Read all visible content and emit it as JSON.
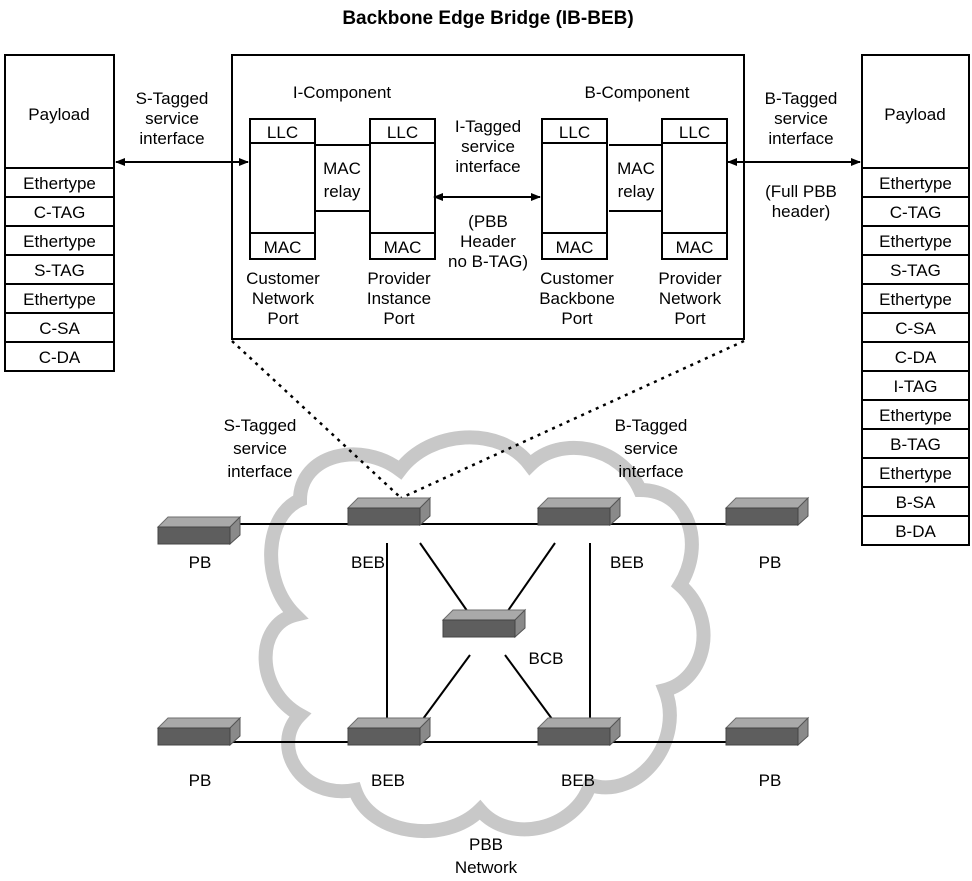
{
  "title": "Backbone Edge Bridge (IB-BEB)",
  "left_stack": {
    "payload": "Payload",
    "fields": [
      "Ethertype",
      "C-TAG",
      "Ethertype",
      "S-TAG",
      "Ethertype",
      "C-SA",
      "C-DA"
    ]
  },
  "right_stack": {
    "payload": "Payload",
    "fields": [
      "Ethertype",
      "C-TAG",
      "Ethertype",
      "S-TAG",
      "Ethertype",
      "C-SA",
      "C-DA",
      "I-TAG",
      "Ethertype",
      "B-TAG",
      "Ethertype",
      "B-SA",
      "B-DA"
    ]
  },
  "left_interface": [
    "S-Tagged",
    "service",
    "interface"
  ],
  "right_interface": [
    "B-Tagged",
    "service",
    "interface"
  ],
  "right_interface_note": [
    "(Full PBB",
    "header)"
  ],
  "beb": {
    "i_component": "I-Component",
    "b_component": "B-Component",
    "llc": "LLC",
    "mac": "MAC",
    "mac_relay": [
      "MAC",
      "relay"
    ],
    "middle_interface": [
      "I-Tagged",
      "service",
      "interface"
    ],
    "middle_note": [
      "(PBB",
      "Header",
      "no B-TAG)"
    ],
    "ports": [
      [
        "Customer",
        "Network",
        "Port"
      ],
      [
        "Provider",
        "Instance",
        "Port"
      ],
      [
        "Customer",
        "Backbone",
        "Port"
      ],
      [
        "Provider",
        "Network",
        "Port"
      ]
    ]
  },
  "network": {
    "s_tagged": [
      "S-Tagged",
      "service",
      "interface"
    ],
    "b_tagged": [
      "B-Tagged",
      "service",
      "interface"
    ],
    "pb": "PB",
    "beb": "BEB",
    "bcb": "BCB",
    "cloud_label": [
      "PBB",
      "Network"
    ]
  }
}
